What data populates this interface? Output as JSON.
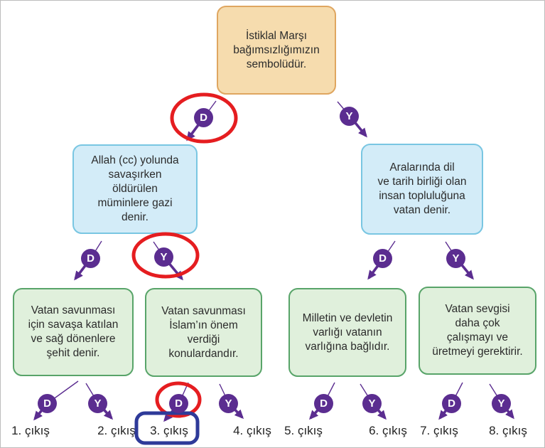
{
  "diagram": {
    "type": "true-false decision tree",
    "root": "İstiklal Marşı\nbağımsızlığımızın\nsembolüdür.",
    "left_statement": "Allah (cc) yolunda\nsavaşırken\nöldürülen\nmüminlere gazi\ndenir.",
    "right_statement": "Aralarında dil\nve tarih birliği olan\ninsan topluluğuna\nvatan denir.",
    "leaf1": "Vatan savunması\niçin savaşa katılan\nve sağ dönenlere\nşehit denir.",
    "leaf2": "Vatan savunması\nİslam’ın önem\nverdiği\nkonulardandır.",
    "leaf3": "Milletin ve devletin\nvarlığı vatanın\nvarlığına bağlıdır.",
    "leaf4": "Vatan sevgisi\ndaha çok\nçalışmayı ve\nüretmeyi gerektirir."
  },
  "labels": {
    "dogru": "D",
    "yanlis": "Y"
  },
  "exits": [
    "1. çıkış",
    "2. çıkış",
    "3. çıkış",
    "4. çıkış",
    "5. çıkış",
    "6. çıkış",
    "7. çıkış",
    "8. çıkış"
  ],
  "annotations": {
    "red_circled_badges": [
      "root-D",
      "left-statement-Y",
      "leaf2-D"
    ],
    "blue_boxed_exit": "3. çıkış"
  },
  "colors": {
    "root_fill": "#f6dcae",
    "root_border": "#dfa660",
    "statement_fill": "#d3ecf8",
    "statement_border": "#79c6e2",
    "leaf_fill": "#e0f0dc",
    "leaf_border": "#58a469",
    "badge_purple": "#5b2d90",
    "arrow_purple": "#5b2d90",
    "highlight_red": "#e51d20",
    "highlight_blue": "#2e3a99",
    "text": "#2b2b2b",
    "background": "#ffffff"
  }
}
